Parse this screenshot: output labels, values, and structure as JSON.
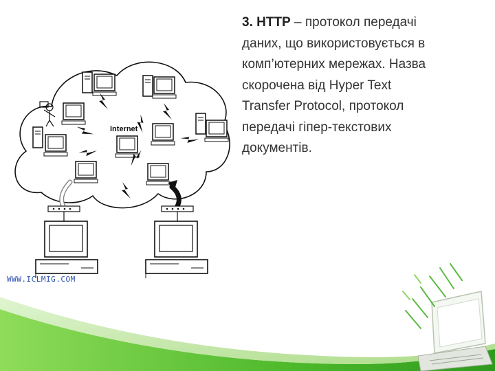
{
  "slide": {
    "heading": "3. HTTP",
    "body": " – протокол передачі\nданих, що використовується в\nкомп’ютерних мережах. Назва\nскорочена від Hyper Text\nTransfer Protocol, протокол\nпередачі гіпер-текстових\nдокументів."
  },
  "diagram": {
    "cloud_label": "Internet",
    "watermark": "WWW.ICLMIG.COM"
  },
  "colors": {
    "accent_green": "#5fbf3a",
    "text": "#333333",
    "line": "#111111"
  }
}
